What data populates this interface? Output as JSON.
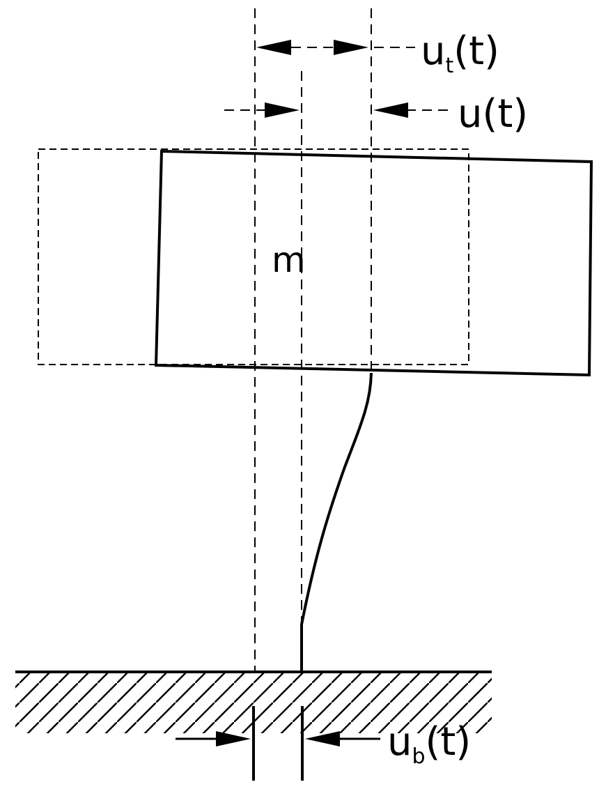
{
  "labels": {
    "total_displacement": {
      "base": "u",
      "sub": "t",
      "arg": "(t)"
    },
    "relative_displacement": {
      "base": "u",
      "arg": "(t)"
    },
    "mass": "m",
    "ground_displacement": {
      "base": "u",
      "sub": "b",
      "arg": "(t)"
    }
  },
  "colors": {
    "stroke": "#000000",
    "background": "#ffffff"
  }
}
